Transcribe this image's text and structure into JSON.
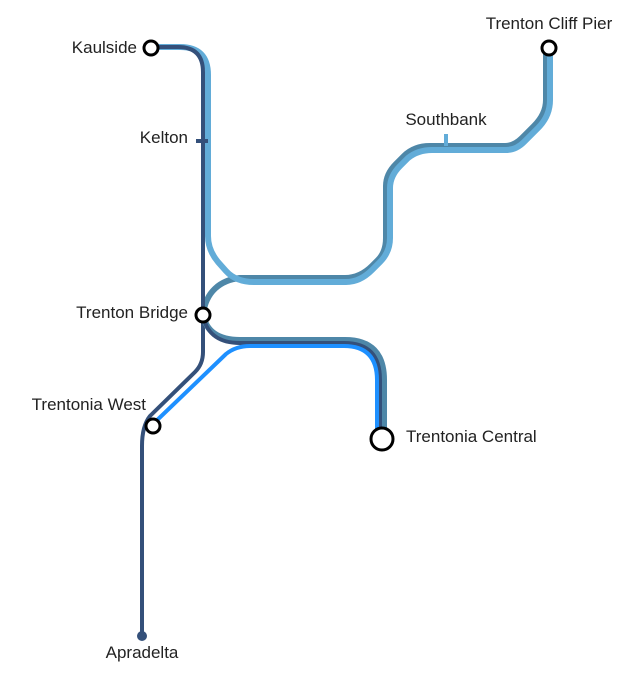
{
  "map": {
    "stations": {
      "kaulside": "Kaulside",
      "kelton": "Kelton",
      "trenton_bridge": "Trenton Bridge",
      "trentonia_west": "Trentonia West",
      "apradelta": "Apradelta",
      "southbank": "Southbank",
      "trenton_cliff_pier": "Trenton Cliff Pier",
      "trentonia_central": "Trentonia Central"
    },
    "line_colors": {
      "navy": "#34507a",
      "light_blue": "#62acd8",
      "steel_blue": "#4e87a8",
      "bright_blue": "#1e90ff"
    }
  }
}
